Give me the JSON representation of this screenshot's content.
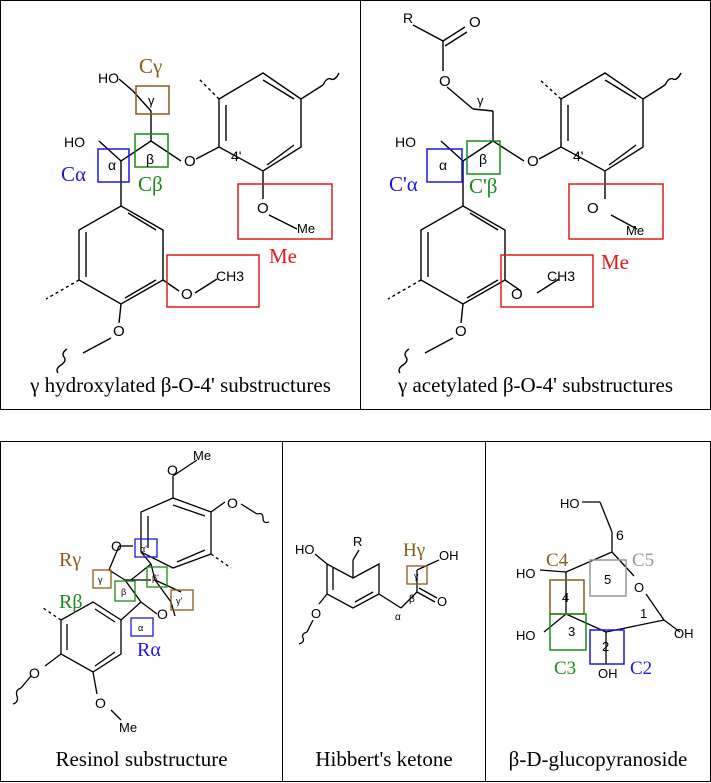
{
  "panels": {
    "gamma_hydroxylated": {
      "caption": "γ hydroxylated β-O-4' substructures",
      "labels": {
        "HO_top": "HO",
        "C_gamma": "Cγ",
        "gamma": "γ",
        "HO_alpha": "HO",
        "alpha": "α",
        "beta": "β",
        "O": "O",
        "four_prime": "4'",
        "C_alpha": "Cα",
        "C_beta": "Cβ",
        "O_me": "O",
        "Me_small": "Me",
        "Me": "Me",
        "O_ch3": "O",
        "CH3": "CH3",
        "O_bottom": "O"
      }
    },
    "gamma_acetylated": {
      "caption": "γ acetylated β-O-4' substructures",
      "labels": {
        "R": "R",
        "O_carbonyl": "O",
        "O_ester": "O",
        "gamma": "γ",
        "HO_alpha": "HO",
        "alpha": "α",
        "beta": "β",
        "O": "O",
        "four_prime": "4'",
        "C_alpha": "C'α",
        "C_beta": "C'β",
        "O_me": "O",
        "Me_small": "Me",
        "Me": "Me",
        "O_ch3": "O",
        "CH3": "CH3",
        "O_bottom": "O"
      }
    },
    "resinol": {
      "caption": "Resinol substructure",
      "labels": {
        "Me_top": "Me",
        "O_top": "O",
        "O_right": "O",
        "O_ring_top": "O",
        "alpha_prime": "α'",
        "R_gamma": "Rγ",
        "gamma": "γ",
        "beta": "β",
        "beta_prime": "β'",
        "gamma_prime": "γ'",
        "R_beta": "Rβ",
        "alpha": "α",
        "O_ring_bottom": "O",
        "R_alpha": "Rα",
        "O_left": "O",
        "O_bottom": "O",
        "Me_bottom": "Me"
      }
    },
    "hibbert": {
      "caption": "Hibbert's ketone",
      "labels": {
        "R": "R",
        "HO": "HO",
        "H_gamma": "Hγ",
        "OH": "OH",
        "gamma": "γ",
        "beta": "β",
        "O_ketone": "O",
        "alpha": "α",
        "O_ether": "O"
      }
    },
    "glucopyranoside": {
      "caption": "β-D-glucopyranoside",
      "labels": {
        "HO_top": "HO",
        "six": "6",
        "C4": "C4",
        "C5": "C5",
        "HO_left": "HO",
        "five": "5",
        "O_ring": "O",
        "four": "4",
        "three": "3",
        "one": "1",
        "two": "2",
        "HO_bottom_left": "HO",
        "OH_right": "OH",
        "C3": "C3",
        "C2": "C2",
        "OH_bottom": "OH"
      }
    }
  },
  "colors": {
    "alpha_box": "#1a1ae6",
    "beta_box": "#1a8a1a",
    "gamma_box": "#8b5a1b",
    "methoxy_box": "#e01b1b",
    "c5_box": "#999999"
  }
}
